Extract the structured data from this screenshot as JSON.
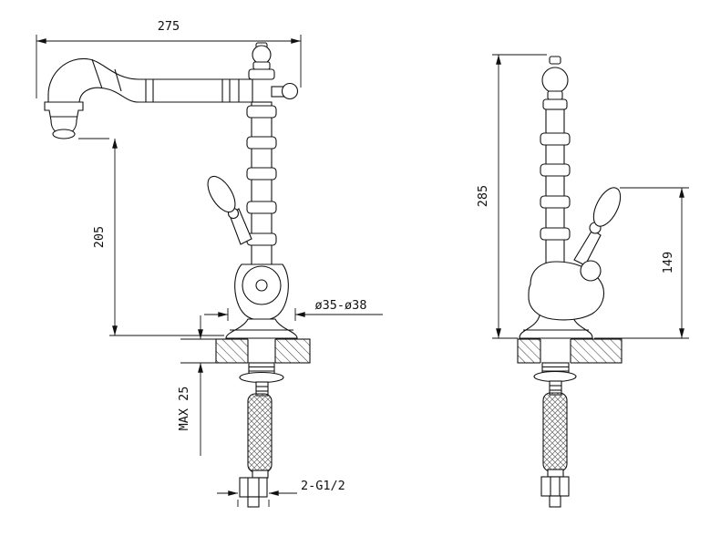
{
  "page": {
    "background": "#ffffff",
    "line_color": "#111111"
  },
  "drawing": {
    "type": "technical-drawing",
    "subject": "single-lever classic faucet, front and side orthographic views"
  },
  "dimensions": {
    "spout_reach": "275",
    "spout_height": "205",
    "overall_height": "285",
    "handle_height": "149",
    "counter_thickness": "MAX 25",
    "hole_diameter": "ø35-ø38",
    "connector_thread": "2-G1/2"
  }
}
